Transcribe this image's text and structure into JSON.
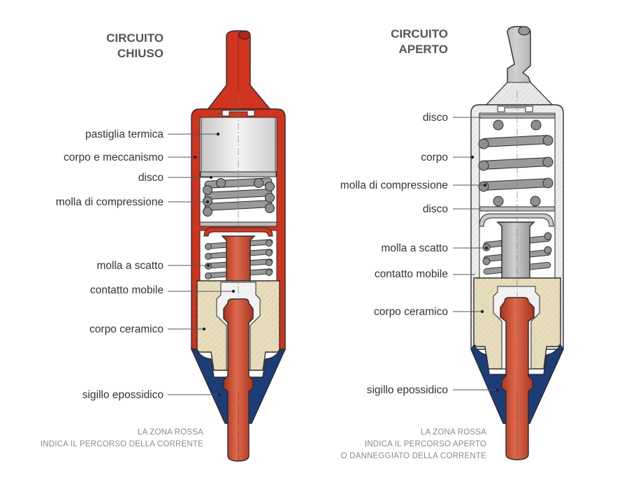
{
  "colors": {
    "current_red": "#d0351f",
    "pin_red": "#c9462a",
    "epoxy_blue": "#1d3d78",
    "ceramic": "#e7dcbb",
    "housing_grey": "#d8d8d8",
    "spring_grey": "#9a9a9a",
    "pellet": "#e6e6e6"
  },
  "closed": {
    "title_line1": "CIRCUITO",
    "title_line2": "CHIUSO",
    "labels": {
      "pellet": "pastiglia termica",
      "body": "corpo e meccanismo",
      "disc": "disco",
      "compression_spring": "molla di compressione",
      "snap_spring": "molla a scatto",
      "moving_contact": "contatto mobile",
      "ceramic_body": "corpo ceramico",
      "epoxy_seal": "sigillo epossidico"
    },
    "note_line1": "LA ZONA ROSSA",
    "note_line2": "INDICA IL PERCORSO DELLA CORRENTE"
  },
  "open": {
    "title_line1": "CIRCUITO",
    "title_line2": "APERTO",
    "labels": {
      "disc_top": "disco",
      "body": "corpo",
      "compression_spring": "molla di compressione",
      "disc_bottom": "disco",
      "snap_spring": "molla a scatto",
      "moving_contact": "contatto mobile",
      "ceramic_body": "corpo ceramico",
      "epoxy_seal": "sigillo epossidico"
    },
    "note_line1": "LA ZONA ROSSA",
    "note_line2": "INDICA IL PERCORSO APERTO",
    "note_line3": "O DANNEGGIATO DELLA CORRENTE"
  }
}
